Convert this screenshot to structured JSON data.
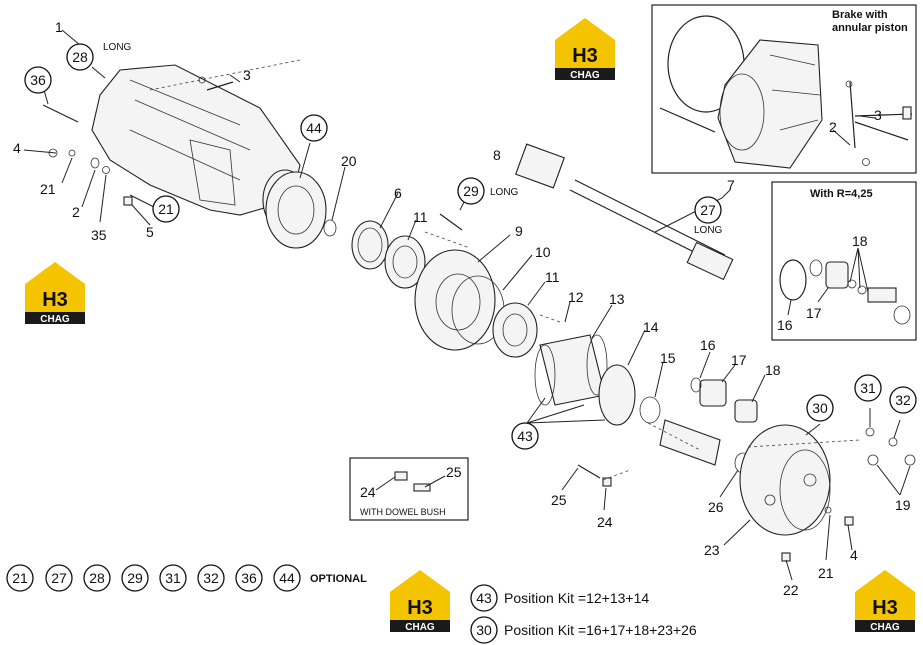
{
  "callouts_circled": [
    {
      "id": "c28",
      "label": "28"
    },
    {
      "id": "c36",
      "label": "36"
    },
    {
      "id": "c21a",
      "label": "21"
    },
    {
      "id": "c44",
      "label": "44"
    },
    {
      "id": "c29",
      "label": "29"
    },
    {
      "id": "c27",
      "label": "27"
    },
    {
      "id": "c43",
      "label": "43"
    },
    {
      "id": "c30",
      "label": "30"
    },
    {
      "id": "c31",
      "label": "31"
    },
    {
      "id": "c32",
      "label": "32"
    }
  ],
  "callouts_plain": [
    {
      "id": "p1",
      "label": "1"
    },
    {
      "id": "p3a",
      "label": "3"
    },
    {
      "id": "p4a",
      "label": "4"
    },
    {
      "id": "p21a",
      "label": "21"
    },
    {
      "id": "p2a",
      "label": "2"
    },
    {
      "id": "p35",
      "label": "35"
    },
    {
      "id": "p5",
      "label": "5"
    },
    {
      "id": "p20",
      "label": "20"
    },
    {
      "id": "p6",
      "label": "6"
    },
    {
      "id": "p8",
      "label": "8"
    },
    {
      "id": "p11a",
      "label": "11"
    },
    {
      "id": "p9",
      "label": "9"
    },
    {
      "id": "p10",
      "label": "10"
    },
    {
      "id": "p11b",
      "label": "11"
    },
    {
      "id": "p12",
      "label": "12"
    },
    {
      "id": "p13",
      "label": "13"
    },
    {
      "id": "p14",
      "label": "14"
    },
    {
      "id": "p15",
      "label": "15"
    },
    {
      "id": "p16a",
      "label": "16"
    },
    {
      "id": "p17a",
      "label": "17"
    },
    {
      "id": "p18a",
      "label": "18"
    },
    {
      "id": "p7",
      "label": "7"
    },
    {
      "id": "p19",
      "label": "19"
    },
    {
      "id": "p26",
      "label": "26"
    },
    {
      "id": "p23",
      "label": "23"
    },
    {
      "id": "p4b",
      "label": "4"
    },
    {
      "id": "p21b",
      "label": "21"
    },
    {
      "id": "p22",
      "label": "22"
    },
    {
      "id": "p25a",
      "label": "25"
    },
    {
      "id": "p24a",
      "label": "24"
    },
    {
      "id": "p25b",
      "label": "25"
    },
    {
      "id": "p24b",
      "label": "24"
    },
    {
      "id": "p2b",
      "label": "2"
    },
    {
      "id": "p3b",
      "label": "3"
    },
    {
      "id": "p18b",
      "label": "18"
    },
    {
      "id": "p16b",
      "label": "16"
    },
    {
      "id": "p17b",
      "label": "17"
    }
  ],
  "notes": {
    "long_28": "LONG",
    "long_29": "LONG",
    "long_27": "LONG",
    "optional": "OPTIONAL"
  },
  "inset_brake": {
    "title_line1": "Brake with",
    "title_line2": "annular piston"
  },
  "inset_ratio": {
    "title": "With R=4,25"
  },
  "inset_dowel": {
    "caption": "WITH DOWEL BUSH"
  },
  "optional_list": [
    "21",
    "27",
    "28",
    "29",
    "31",
    "32",
    "36",
    "44"
  ],
  "kits": [
    {
      "number": "43",
      "text": "Position Kit =12+13+14"
    },
    {
      "number": "30",
      "text": "Position Kit =16+17+18+23+26"
    }
  ],
  "logo": {
    "main": "H3",
    "sub": "CHAG"
  },
  "colors": {
    "logo_yellow": "#f5c400",
    "ink": "#111111"
  }
}
